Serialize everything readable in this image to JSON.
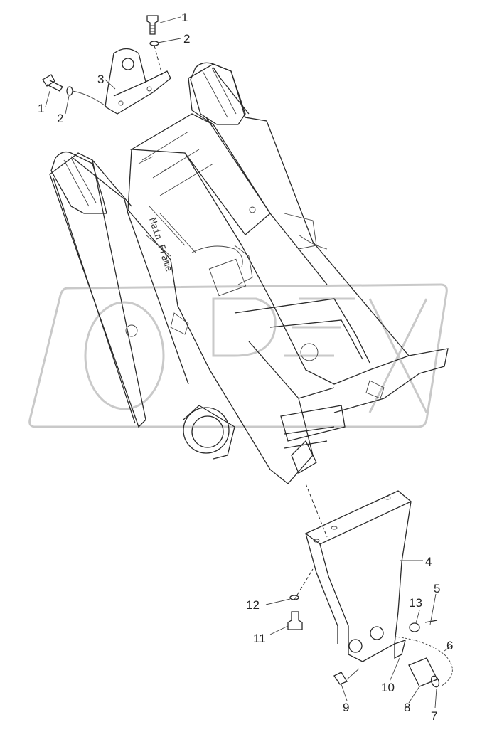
{
  "diagram": {
    "frame_label": "Main Frame",
    "callouts": {
      "c1_top": "1",
      "c2_top": "2",
      "c3": "3",
      "c1_left": "1",
      "c2_left": "2",
      "c4": "4",
      "c5": "5",
      "c6": "6",
      "c7": "7",
      "c8": "8",
      "c9": "9",
      "c10": "10",
      "c11": "11",
      "c12": "12",
      "c13": "13"
    }
  },
  "colors": {
    "line": "#2a2a2a",
    "watermark": "#c9c9c9",
    "background": "#ffffff"
  }
}
